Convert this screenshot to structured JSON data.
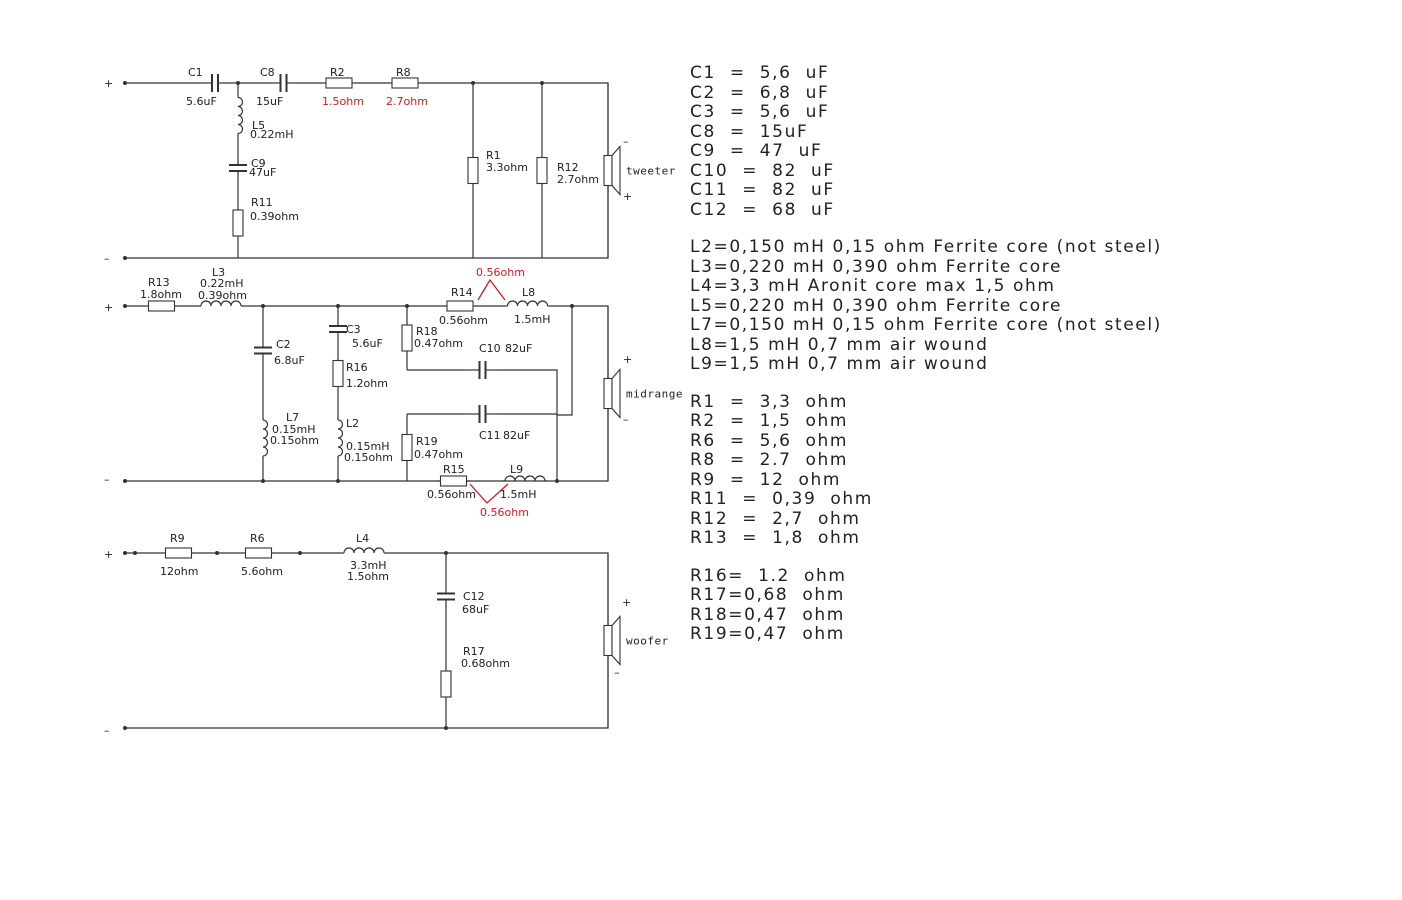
{
  "components": {
    "C1": {
      "name": "C1",
      "value": "5.6uF"
    },
    "C8": {
      "name": "C8",
      "value": "15uF"
    },
    "R2": {
      "name": "R2",
      "value": "1.5ohm"
    },
    "R8": {
      "name": "R8",
      "value": "2.7ohm"
    },
    "L5": {
      "name": "L5",
      "value": "0.22mH"
    },
    "C9": {
      "name": "C9",
      "value": "47uF"
    },
    "R11": {
      "name": "R11",
      "value": "0.39ohm"
    },
    "R1": {
      "name": "R1",
      "value": "3.3ohm"
    },
    "R12": {
      "name": "R12",
      "value": "2.7ohm"
    },
    "R13": {
      "name": "R13",
      "value": "1.8ohm"
    },
    "L3": {
      "name": "L3",
      "value": "0.22mH",
      "value2": "0.39ohm"
    },
    "C2": {
      "name": "C2",
      "value": "6.8uF"
    },
    "L7": {
      "name": "L7",
      "value": "0.15mH",
      "value2": "0.15ohm"
    },
    "C3": {
      "name": "C3",
      "value": "5.6uF"
    },
    "R16": {
      "name": "R16",
      "value": "1.2ohm"
    },
    "L2": {
      "name": "L2",
      "value": "0.15mH",
      "value2": "0.15ohm"
    },
    "R18": {
      "name": "R18",
      "value": "0.47ohm"
    },
    "R19": {
      "name": "R19",
      "value": "0.47ohm"
    },
    "R14": {
      "name": "R14",
      "value": "0.56ohm"
    },
    "L8": {
      "name": "L8",
      "value": "1.5mH"
    },
    "C10": {
      "name": "C10",
      "value": "82uF"
    },
    "C11": {
      "name": "C11",
      "value": "82uF"
    },
    "R15": {
      "name": "R15",
      "value": "0.56ohm"
    },
    "L9": {
      "name": "L9",
      "value": "1.5mH"
    },
    "R9": {
      "name": "R9",
      "value": "12ohm"
    },
    "R6": {
      "name": "R6",
      "value": "5.6ohm"
    },
    "L4": {
      "name": "L4",
      "value": "3.3mH",
      "value2": "1.5ohm"
    },
    "C12": {
      "name": "C12",
      "value": "68uF"
    },
    "R17": {
      "name": "R17",
      "value": "0.68ohm"
    }
  },
  "red_annotations": {
    "mid_top": "0.56ohm",
    "mid_bottom": "0.56ohm"
  },
  "speakers": {
    "tweeter": "tweeter",
    "midrange": "midrange",
    "woofer": "woofer"
  },
  "polarity": {
    "plus": "+",
    "minus": "–"
  },
  "parts_list": {
    "capacitors": [
      "C1  =  5,6  uF",
      "C2  =  6,8  uF",
      "C3  =  5,6  uF",
      "C8  =  15uF",
      "C9  =  47  uF",
      "C10  =  82  uF",
      "C11  =  82  uF",
      "C12  =  68  uF"
    ],
    "inductors": [
      "L2=0,150 mH 0,15 ohm Ferrite core (not steel)",
      "L3=0,220 mH 0,390 ohm Ferrite core",
      "L4=3,3 mH Aronit core max 1,5 ohm",
      "L5=0,220 mH 0,390 ohm Ferrite core",
      "L7=0,150 mH 0,15 ohm Ferrite core (not steel)",
      "L8=1,5 mH 0,7 mm air wound",
      "L9=1,5 mH 0,7 mm air wound"
    ],
    "resistors": [
      "R1  =  3,3  ohm",
      "R2  =  1,5  ohm",
      "R6  =  5,6  ohm",
      "R8  =  2.7  ohm",
      "R9  =  12  ohm",
      "R11  =  0,39  ohm",
      "R12  =  2,7  ohm",
      "R13  =  1,8  ohm"
    ],
    "resistors2": [
      "R16=  1.2  ohm",
      "R17=0,68  ohm",
      "R18=0,47  ohm",
      "R19=0,47  ohm"
    ]
  }
}
